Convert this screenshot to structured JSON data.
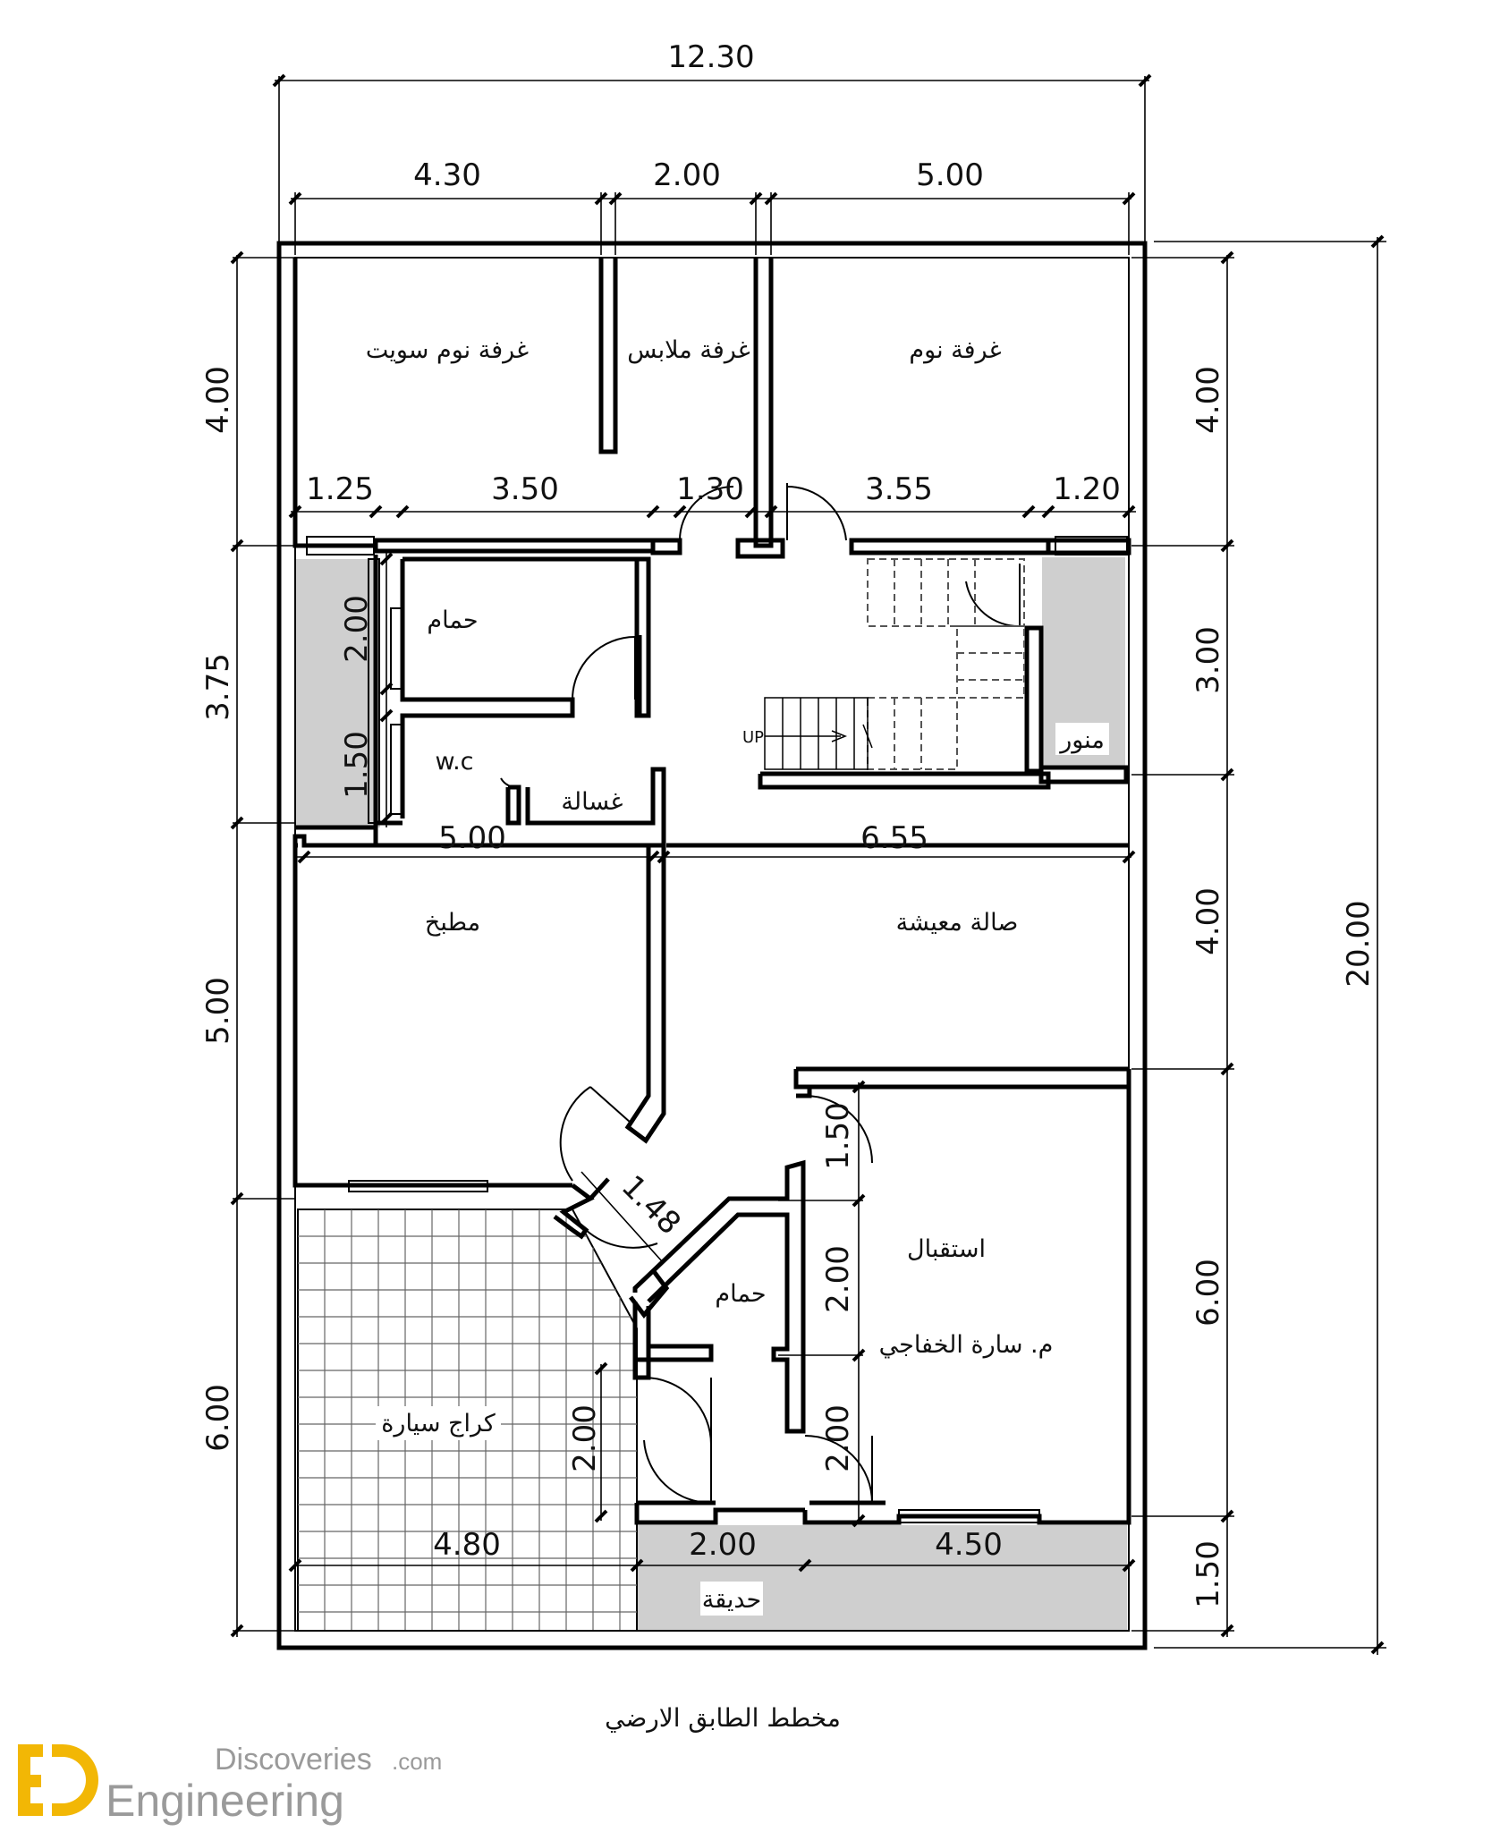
{
  "overall": {
    "width": "12.30",
    "height": "20.00"
  },
  "top_dims": [
    "4.30",
    "2.00",
    "5.00"
  ],
  "upper_dims": [
    "1.25",
    "3.50",
    "1.30",
    "3.55",
    "1.20"
  ],
  "left_dims": [
    "4.00",
    "3.75",
    "5.00",
    "6.00"
  ],
  "right_dims": [
    "4.00",
    "3.00",
    "4.00",
    "6.00",
    "1.50"
  ],
  "inner_dims": {
    "corridor_left": "2.00",
    "corridor_left2": "1.50",
    "mid_left": "5.00",
    "mid_right": "6.55",
    "entry_diag": "1.48",
    "recep_top": "1.50",
    "recep_mid": "2.00",
    "recep_low": "2.00",
    "garage_door": "2.00",
    "garage_w": "4.80",
    "garden_1": "2.00",
    "garden_2": "4.50"
  },
  "rooms": {
    "suite_bedroom": "غرفة نوم سويت",
    "dressing": "غرفة ملابس",
    "bedroom": "غرفة نوم",
    "bathroom1": "حمام",
    "wc": "w.c",
    "laundry": "غسالة",
    "up_label": "UP",
    "light_well": "منور",
    "kitchen": "مطبخ",
    "living": "صالة معيشة",
    "reception": "استقبال",
    "designer": "م. سارة الخفاجي",
    "bathroom2": "حمام",
    "garage": "كراج سيارة",
    "garden": "حديقة"
  },
  "caption": "مخطط الطابق الارضي",
  "logo": {
    "line1": "Discoveries",
    "domain": ".com",
    "line2": "Engineering",
    "brand_color": "#f2b705"
  }
}
